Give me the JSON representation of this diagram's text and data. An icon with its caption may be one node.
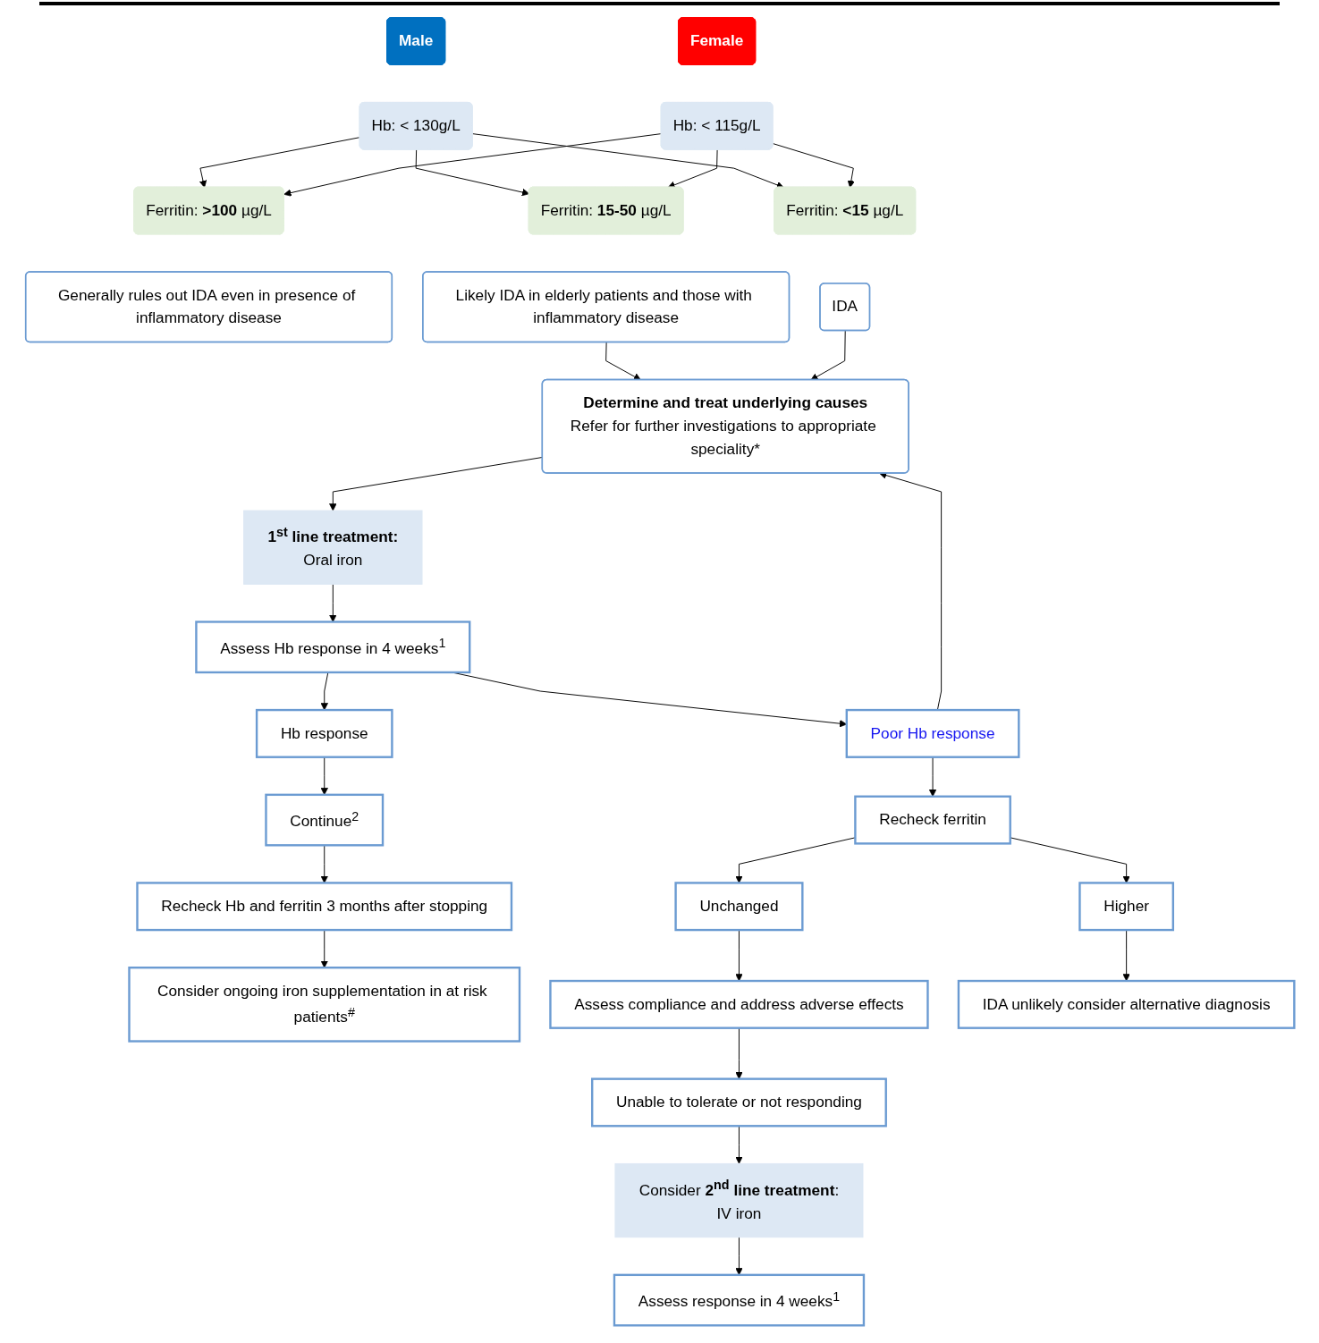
{
  "diagram": {
    "nodes": [
      {
        "text": [
          "Male"
        ]
      },
      {
        "text": [
          "Hb: < 130g/L"
        ]
      },
      {
        "text": [
          "Female"
        ]
      },
      {
        "text": [
          "Hb: < 115g/L"
        ]
      },
      {
        "text": [
          "Ferritin: **>100** µg/L"
        ]
      },
      {
        "text": [
          "Generally rules out IDA even in presence of inflammatory disease"
        ]
      },
      {
        "text": [
          "Ferritin: **15-50** µg/L"
        ]
      },
      {
        "text": [
          "Likely IDA in elderly patients and those with inflammatory disease"
        ]
      },
      {
        "text": [
          "Ferritin: **<15** µg/L"
        ]
      },
      {
        "text": [
          "IDA"
        ]
      },
      {
        "text": [
          "Determine and treat underlying causes",
          "Refer for further investigations to appropriate speciality*"
        ]
      },
      {
        "text": [
          "1$^{st}$ line treatment:",
          "Oral iron"
        ]
      },
      {
        "text": [
          "Continue$^{2}$"
        ]
      },
      {
        "text": [
          "Hb response"
        ]
      },
      {
        "text": [
          "Assess Hb response in 4 weeks$^{1}$"
        ]
      },
      {
        "text": [
          "Recheck Hb and ferritin 3 months after stopping"
        ]
      },
      {
        "text": [
          "Poor Hb response"
        ]
      },
      {
        "text": [
          "Recheck ferritin"
        ]
      },
      {
        "text": [
          "Consider ongoing iron supplementation in at risk patients$^{#}$"
        ]
      },
      {
        "text": [
          "Unchanged"
        ]
      },
      {
        "text": [
          "Higher"
        ]
      },
      {
        "text": [
          "Assess compliance and address adverse effects"
        ]
      },
      {
        "text": [
          "IDA unlikely consider alternative diagnosis"
        ]
      },
      {
        "text": [
          "Unable to tolerate or not responding"
        ]
      },
      {
        "text": [
          "Consider **2$^{nd}$ line treatment**:",
          "IV iron"
        ]
      },
      {
        "text": [
          "Assess response in 4 weeks$^{1}$"
        ]
      }
    ],
    "edges": [
      {
        "from": 1,
        "to": 4,
        "arrow": "to"
      },
      {
        "from": 1,
        "to": 6,
        "arrow": "to"
      },
      {
        "from": 1,
        "to": 8,
        "arrow": "to"
      },
      {
        "from": 3,
        "to": 4,
        "arrow": "to"
      },
      {
        "from": 3,
        "to": 6,
        "arrow": "to"
      },
      {
        "from": 3,
        "to": 8,
        "arrow": "to"
      },
      {
        "from": 7,
        "to": 10,
        "arrow": "to"
      },
      {
        "from": 9,
        "to": 10,
        "arrow": "to"
      },
      {
        "from": 10,
        "to": 11,
        "arrow": "to"
      },
      {
        "from": 11,
        "to": 14,
        "arrow": "to"
      },
      {
        "from": 14,
        "to": 13,
        "arrow": "to"
      },
      {
        "from": 13,
        "to": 12,
        "arrow": "to"
      },
      {
        "from": 12,
        "to": 15,
        "arrow": "to"
      },
      {
        "from": 15,
        "to": 18,
        "arrow": "to"
      },
      {
        "from": 14,
        "to": 16,
        "arrow": "to"
      },
      {
        "from": 16,
        "to": 10,
        "arrow": "to"
      },
      {
        "from": 16,
        "to": 17,
        "arrow": "to"
      },
      {
        "from": 17,
        "to": 19,
        "arrow": "to"
      },
      {
        "from": 17,
        "to": 20,
        "arrow": "to"
      },
      {
        "from": 19,
        "to": 21,
        "arrow": "to"
      },
      {
        "from": 20,
        "to": 22,
        "arrow": "to"
      },
      {
        "from": 21,
        "to": 23,
        "arrow": "to"
      },
      {
        "from": 23,
        "to": 24,
        "arrow": "to"
      },
      {
        "from": 24,
        "to": 25,
        "arrow": "to"
      }
    ]
  }
}
